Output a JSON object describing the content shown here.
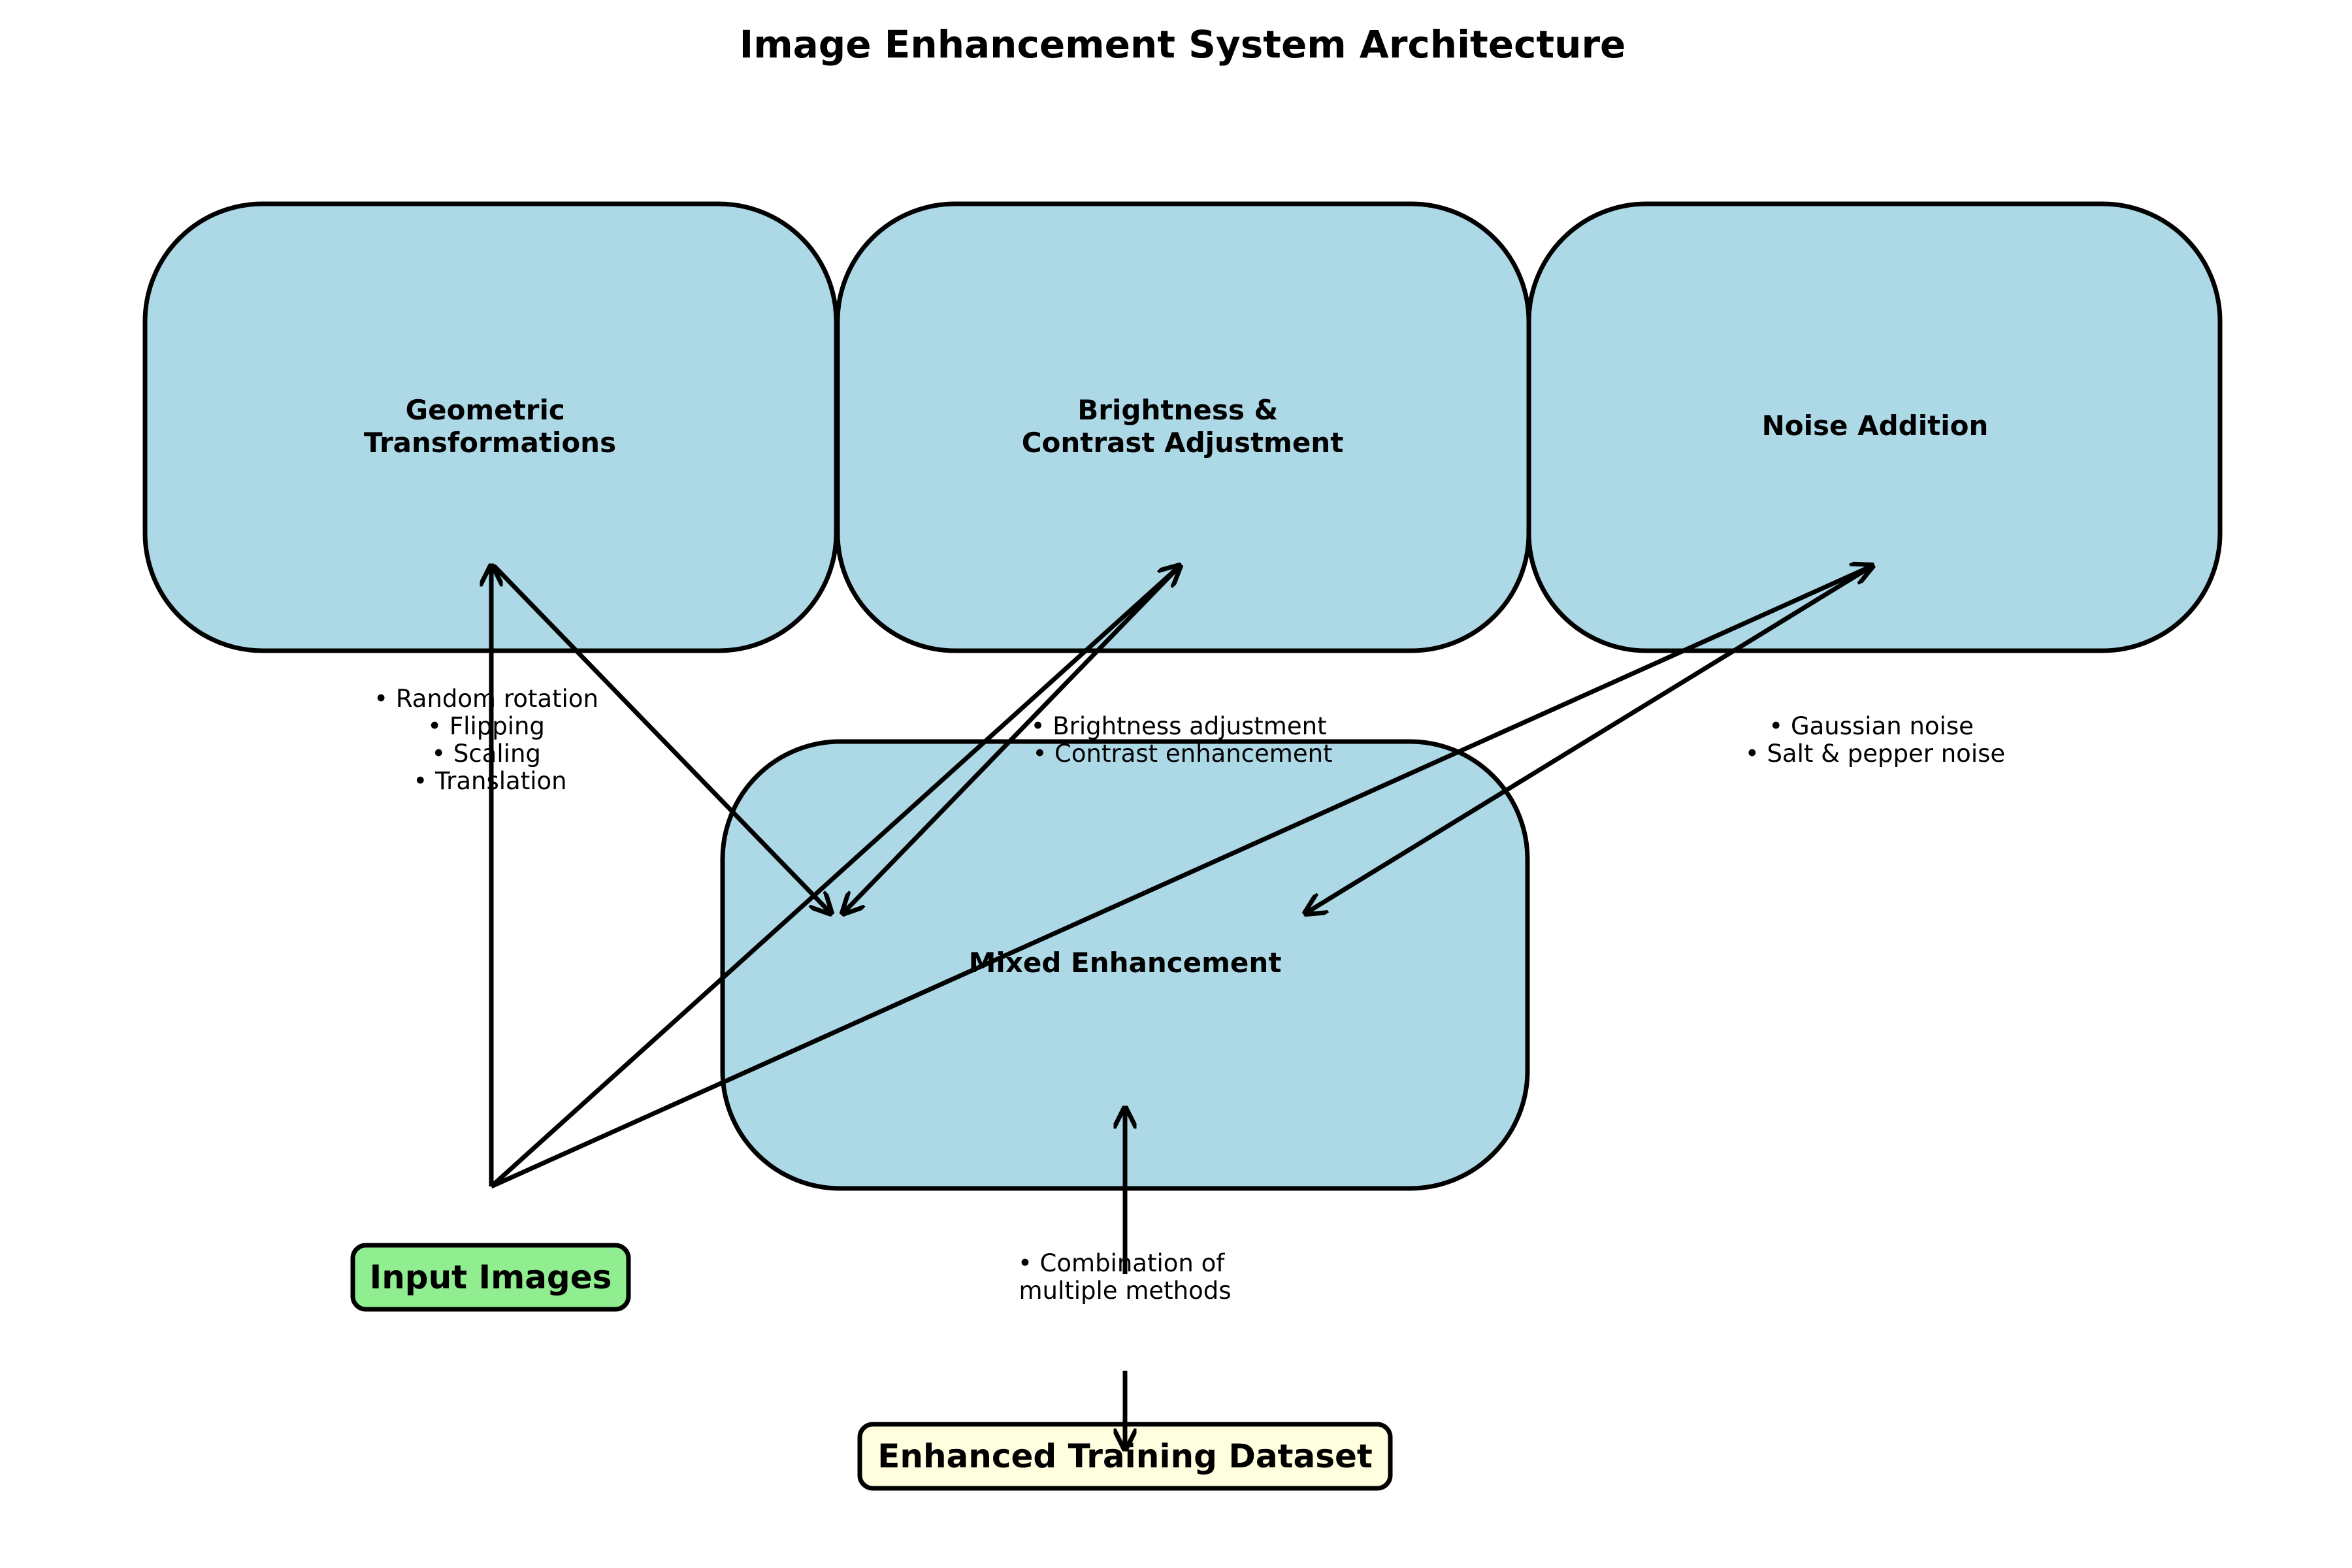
{
  "title": "Image Enhancement System Architecture",
  "colors": {
    "module_fill": "#add8e6",
    "input_fill": "#90ee90",
    "output_fill": "#ffffe0",
    "stroke": "#000000"
  },
  "modules": {
    "geometric": {
      "label_lines": [
        "Geometric",
        "Transformations"
      ],
      "notes": [
        "• Random rotation",
        "• Flipping",
        "• Scaling",
        "• Translation"
      ]
    },
    "brightness": {
      "label_lines": [
        "Brightness &",
        "Contrast Adjustment"
      ],
      "notes": [
        "• Brightness adjustment",
        "• Contrast enhancement"
      ]
    },
    "noise": {
      "label_lines": [
        "Noise Addition"
      ],
      "notes": [
        "• Gaussian noise",
        "• Salt & pepper noise"
      ]
    },
    "mixed": {
      "label_lines": [
        "Mixed Enhancement"
      ],
      "notes": [
        "• Combination of",
        "multiple methods"
      ]
    }
  },
  "input": {
    "label": "Input Images"
  },
  "output": {
    "label": "Enhanced Training Dataset"
  }
}
